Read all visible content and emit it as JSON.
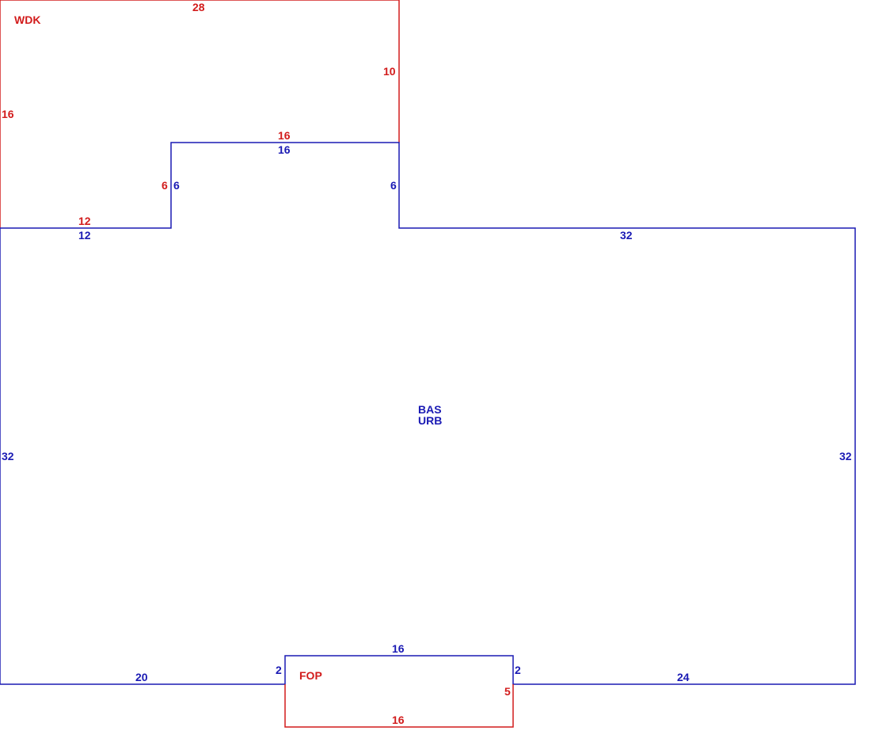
{
  "colors": {
    "main": "#1a1ab4",
    "addon": "#d21c1c"
  },
  "areas": {
    "wdk": {
      "code": "WDK"
    },
    "bas": {
      "code": "BAS",
      "subcode": "URB"
    },
    "fop": {
      "code": "FOP"
    }
  },
  "dims": {
    "wdk_top": "28",
    "wdk_right": "10",
    "wdk_left": "16",
    "wdk_step_top": "16",
    "wdk_step_left": "6",
    "wdk_bottom": "12",
    "bas_step_top": "16",
    "bas_step_left": "6",
    "bas_step_right": "6",
    "bas_top_left": "12",
    "bas_top_right": "32",
    "bas_left": "32",
    "bas_right": "32",
    "bas_bottom_left": "20",
    "bas_bottom_right": "24",
    "bas_notch_top": "16",
    "bas_notch_left": "2",
    "bas_notch_right": "2",
    "fop_right": "5",
    "fop_bottom": "16"
  }
}
